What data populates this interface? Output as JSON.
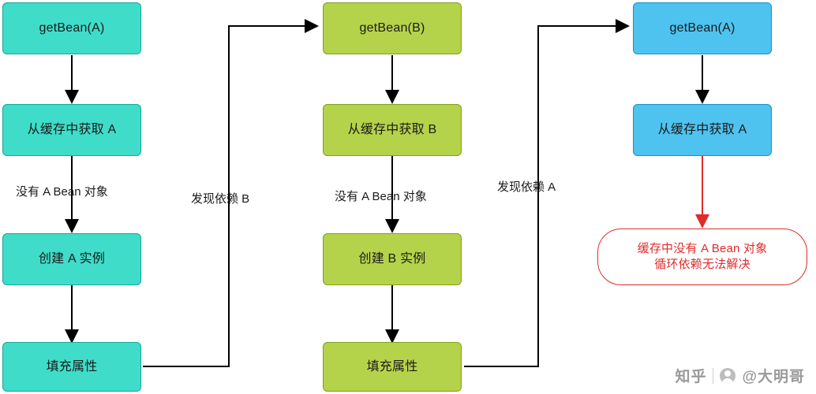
{
  "diagram": {
    "title": "Spring circular dependency getBean flow",
    "columns": [
      {
        "id": "column-a",
        "color": "#3fddc9",
        "nodes": [
          {
            "id": "a-getbean",
            "label": "getBean(A)",
            "style": "teal"
          },
          {
            "id": "a-cache",
            "label": "从缓存中获取 A",
            "style": "teal"
          },
          {
            "id": "a-create",
            "label": "创建 A 实例",
            "style": "teal"
          },
          {
            "id": "a-populate",
            "label": "填充属性",
            "style": "teal"
          }
        ]
      },
      {
        "id": "column-b",
        "color": "#b5d34a",
        "nodes": [
          {
            "id": "b-getbean",
            "label": "getBean(B)",
            "style": "green"
          },
          {
            "id": "b-cache",
            "label": "从缓存中获取 B",
            "style": "green"
          },
          {
            "id": "b-create",
            "label": "创建 B 实例",
            "style": "green"
          },
          {
            "id": "b-populate",
            "label": "填充属性",
            "style": "green"
          }
        ]
      },
      {
        "id": "column-a2",
        "color": "#4ec3f0",
        "nodes": [
          {
            "id": "a2-getbean",
            "label": "getBean(A)",
            "style": "blue"
          },
          {
            "id": "a2-cache",
            "label": "从缓存中获取 A",
            "style": "blue"
          },
          {
            "id": "a2-alert",
            "label": "缓存中没有 A Bean 对象\n循环依赖无法解决",
            "style": "alert"
          }
        ]
      }
    ],
    "edge_labels": [
      {
        "id": "label-a-no-bean",
        "text": "没有 A Bean 对象"
      },
      {
        "id": "label-found-b",
        "text": "发现依赖 B"
      },
      {
        "id": "label-b-no-bean",
        "text": "没有 A Bean 对象"
      },
      {
        "id": "label-found-a",
        "text": "发现依赖 A"
      }
    ],
    "alert_lines": [
      "缓存中没有 A Bean 对象",
      "循环依赖无法解决"
    ],
    "colors": {
      "teal_fill": "#3fddc9",
      "teal_border": "#16a899",
      "green_fill": "#b5d34a",
      "green_border": "#7fa01f",
      "blue_fill": "#4ec3f0",
      "blue_border": "#1a8fc4",
      "alert_stroke": "#e02b2b",
      "arrow": "#000000"
    }
  },
  "watermark": {
    "brand": "知乎",
    "user": "@大明哥"
  }
}
